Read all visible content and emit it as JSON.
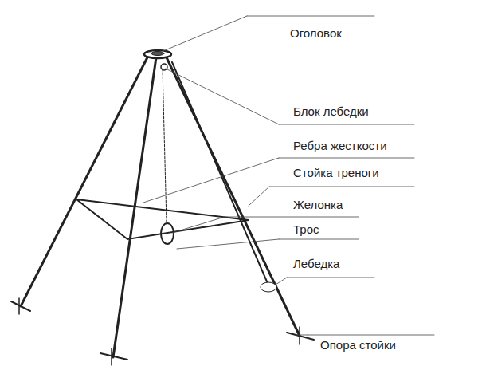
{
  "diagram": {
    "labels": [
      "Оголовок",
      "Блок лебедки",
      "Ребра жесткости",
      "Стойка треноги",
      "Желонка",
      "Трос",
      "Лебедка",
      "Опора стойки"
    ]
  }
}
